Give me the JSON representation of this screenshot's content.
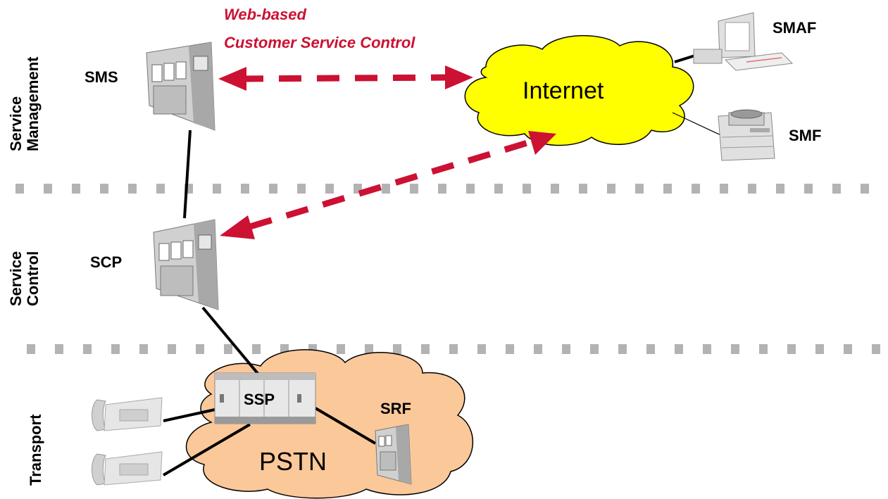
{
  "layers": {
    "service_management": [
      "Service",
      "Management"
    ],
    "service_control": [
      "Service",
      "Control"
    ],
    "transport": "Transport"
  },
  "annotation": {
    "line1": "Web-based",
    "line2": "Customer Service Control"
  },
  "nodes": {
    "sms": "SMS",
    "scp": "SCP",
    "ssp": "SSP",
    "srf": "SRF",
    "smaf": "SMAF",
    "smf": "SMF"
  },
  "clouds": {
    "internet": "Internet",
    "pstn": "PSTN"
  },
  "colors": {
    "internet_cloud": "#ffff00",
    "pstn_cloud": "#fbc89a",
    "arrow_red": "#cc1133",
    "separator_gray": "#b3b3b3",
    "device_gray": "#c8c8c8"
  }
}
